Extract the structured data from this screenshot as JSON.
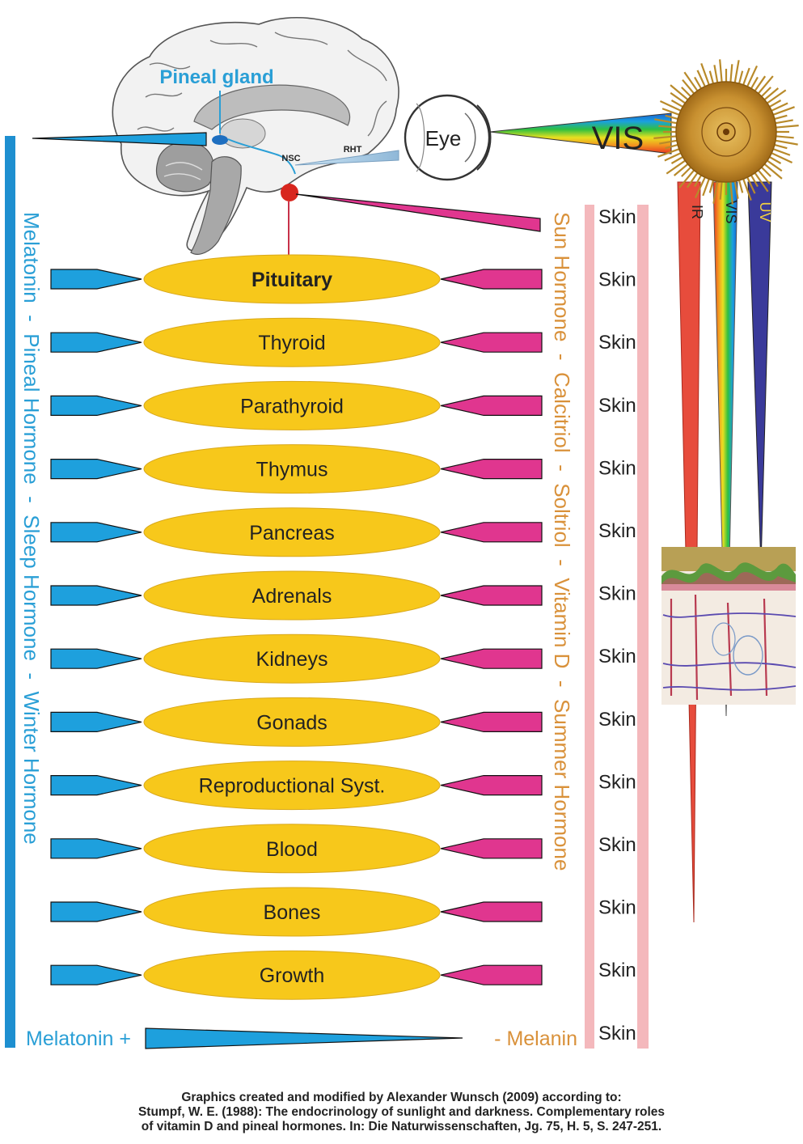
{
  "labels": {
    "pineal_gland": "Pineal gland",
    "eye": "Eye",
    "nsc": "NSC",
    "rht": "RHT",
    "vis_main": "VIS",
    "ir": "IR",
    "vis_vertical": "VIS",
    "uv": "UV",
    "melatonin_plus": "Melatonin +",
    "melanin": "- Melanin"
  },
  "organs": [
    {
      "name": "Pituitary",
      "highlight": true
    },
    {
      "name": "Thyroid"
    },
    {
      "name": "Parathyroid"
    },
    {
      "name": "Thymus"
    },
    {
      "name": "Pancreas"
    },
    {
      "name": "Adrenals"
    },
    {
      "name": "Kidneys"
    },
    {
      "name": "Gonads"
    },
    {
      "name": "Reproductional Syst."
    },
    {
      "name": "Blood"
    },
    {
      "name": "Bones"
    },
    {
      "name": "Growth"
    }
  ],
  "skin_labels": [
    "Skin",
    "Skin",
    "Skin",
    "Skin",
    "Skin",
    "Skin",
    "Skin",
    "Skin",
    "Skin",
    "Skin",
    "Skin",
    "Skin",
    "Skin",
    "Skin"
  ],
  "left_vertical_text": "Melatonin  -  Pineal Hormone  -  Sleep Hormone  -  Winter Hormone",
  "right_vertical_text": "Sun Hormone  -  Calcitriol  -  Soltriol  -  Vitamin D  -  Summer Hormone",
  "citation": {
    "line1": "Graphics created and modified by Alexander Wunsch (2009) according to:",
    "line2": "Stumpf, W. E. (1988): The endocrinology of sunlight and darkness. Complementary roles",
    "line3": "of vitamin D and pineal hormones. In: Die Naturwissenschaften, Jg. 75, H. 5, S. 247-251."
  },
  "colors": {
    "melatonin_blue": "#1ea0dd",
    "sun_magenta": "#e0368f",
    "organ_yellow": "#f7c81b",
    "pituitary_red": "#e03a1e",
    "skin_pink": "#f4b8bc",
    "ir_red": "#e74c3c",
    "uv_indigo": "#3a3a9a",
    "label_orange": "#d9913a"
  }
}
